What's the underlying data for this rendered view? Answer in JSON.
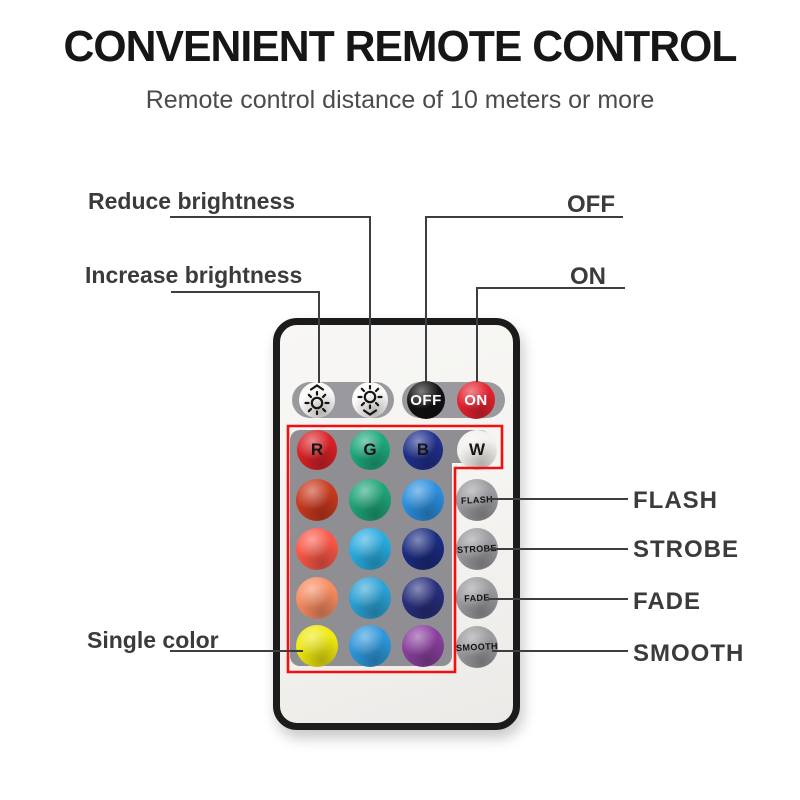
{
  "header": {
    "title": "CONVENIENT REMOTE CONTROL",
    "subtitle": "Remote control distance of 10 meters or more"
  },
  "annotations": {
    "reduce_brightness": "Reduce brightness",
    "increase_brightness": "Increase brightness",
    "off": "OFF",
    "on": "ON",
    "flash": "FLASH",
    "strobe": "STROBE",
    "fade": "FADE",
    "smooth": "SMOOTH",
    "single_color": "Single color"
  },
  "remote": {
    "off_label": "OFF",
    "on_label": "ON",
    "brightness_icons": [
      "brightness-increase-sun-icon",
      "brightness-reduce-sun-icon"
    ],
    "rgbw_row": [
      {
        "label": "R",
        "color": "#d92127"
      },
      {
        "label": "G",
        "color": "#1da87b"
      },
      {
        "label": "B",
        "color": "#20308c"
      },
      {
        "label": "W",
        "color": "#f3f1ed"
      }
    ],
    "color_rows": [
      [
        "#c9391e",
        "#1ea478",
        "#2b8ede"
      ],
      [
        "#fa5747",
        "#29abdf",
        "#1b2b80"
      ],
      [
        "#f78b60",
        "#2aa2d5",
        "#272e7c"
      ],
      [
        "#efe90f",
        "#2e97dc",
        "#8a3f9e"
      ]
    ],
    "mode_buttons": [
      {
        "label": "FLASH"
      },
      {
        "label": "STROBE"
      },
      {
        "label": "FADE"
      },
      {
        "label": "SMOOTH"
      }
    ]
  },
  "palette": {
    "off_button": "#121212",
    "on_button": "#e3222f",
    "pad_gray": "#9a9a9e",
    "grid_gray": "#8f8f93",
    "mode_button": "#9b9b9f",
    "sun_button": "#fbfaf8",
    "red_outline": "#f20f0f",
    "line_color": "#3e3e3e"
  }
}
